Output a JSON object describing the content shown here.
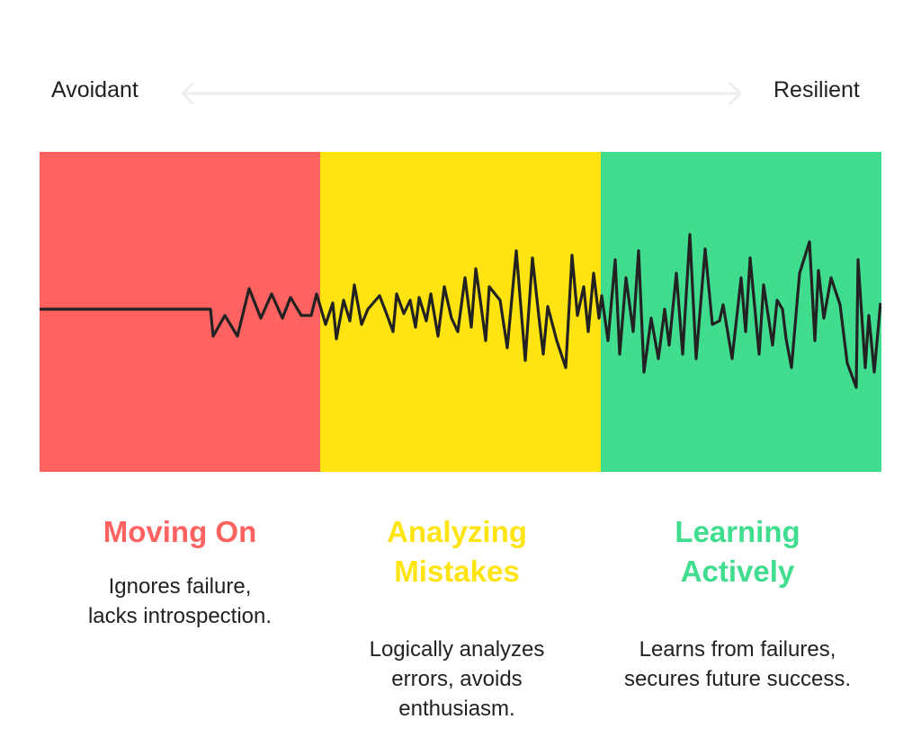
{
  "axis": {
    "left_label": "Avoidant",
    "right_label": "Resilient"
  },
  "colors": {
    "red": "#fe6361",
    "yellow": "#ffe412",
    "green": "#41dd8f",
    "line": "#222222",
    "arrow": "#eeeeee"
  },
  "stages": [
    {
      "title": "Moving On",
      "description": "Ignores failure, lacks introspection."
    },
    {
      "title": "Analyzing Mistakes",
      "description": "Logically analyzes errors, avoids enthusiasm."
    },
    {
      "title": "Learning Actively",
      "description": "Learns from failures, secures future success."
    }
  ]
}
